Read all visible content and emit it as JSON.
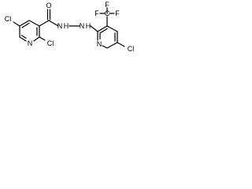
{
  "structure": {
    "atoms": {
      "cl_left": "Cl",
      "cl_ortho": "Cl",
      "n_ring_left": "N",
      "o_carbonyl": "O",
      "n_hydrazide_1": "N",
      "h_hydrazide_1": "H",
      "n_hydrazide_2": "N",
      "h_hydrazide_2": "H",
      "n_ring_right": "N",
      "cl_right": "Cl",
      "cf3_c": "C",
      "f_top": "F",
      "f_left": "F",
      "f_right": "F"
    }
  }
}
